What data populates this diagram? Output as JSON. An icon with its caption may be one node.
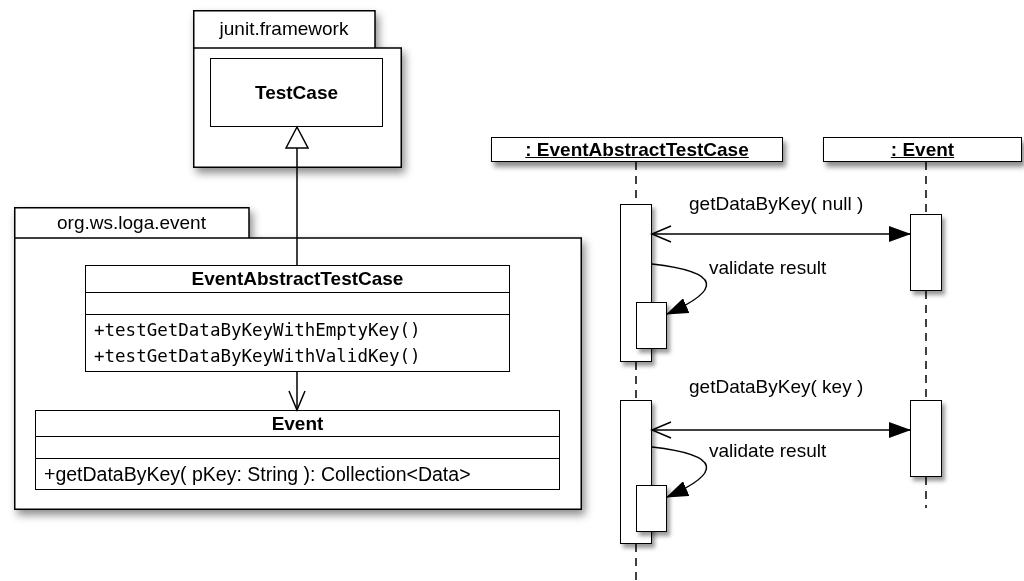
{
  "diagram": {
    "nodes": [
      {
        "text": [
          "junit.framework"
        ]
      },
      {
        "text": [
          "TestCase"
        ],
        "in": 0
      },
      {
        "text": [
          "org.ws.loga.event"
        ]
      },
      {
        "text": [
          "EventAbstractTestCase",
          "+testGetDataByKeyWithEmptyKey()",
          "+testGetDataByKeyWithValidKey()"
        ],
        "in": 2
      },
      {
        "text": [
          "Event",
          "+getDataByKey( pKey: String ): Collection<Data>"
        ],
        "in": 2
      },
      {
        "text": [
          ": EventAbstractTestCase"
        ]
      },
      {
        "text": [
          ": Event"
        ]
      },
      {
        "text": [],
        "shape": "bar"
      },
      {
        "text": [],
        "shape": "bar"
      },
      {
        "text": [],
        "shape": "bar"
      },
      {
        "text": [],
        "shape": "bar"
      },
      {
        "text": [],
        "shape": "bar"
      },
      {
        "text": [],
        "shape": "bar"
      }
    ],
    "edges": [
      {
        "from": 3,
        "to": 1,
        "arrow": "to"
      },
      {
        "from": 3,
        "to": 4,
        "arrow": "to"
      },
      {
        "from": 7,
        "to": 9,
        "arrow": "both",
        "label": "getDataByKey( null )"
      },
      {
        "from": 7,
        "to": 8,
        "arrow": "to",
        "label": "validate result"
      },
      {
        "from": 10,
        "to": 12,
        "arrow": "both",
        "label": "getDataByKey( key )"
      },
      {
        "from": 10,
        "to": 11,
        "arrow": "to",
        "label": "validate result"
      },
      {
        "from": 5,
        "to": 7,
        "arrow": "none",
        "style": "dashed"
      },
      {
        "from": 7,
        "to": 10,
        "arrow": "none",
        "style": "dashed"
      },
      {
        "from": 6,
        "to": 9,
        "arrow": "none",
        "style": "dashed"
      },
      {
        "from": 9,
        "to": 12,
        "arrow": "none",
        "style": "dashed"
      }
    ]
  }
}
